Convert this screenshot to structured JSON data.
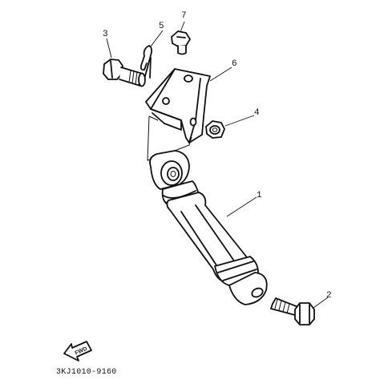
{
  "diagram": {
    "parts": [
      {
        "number": "1",
        "part": "rear shock absorber"
      },
      {
        "number": "2",
        "part": "lower mounting bolt"
      },
      {
        "number": "3",
        "part": "upper mounting bolt"
      },
      {
        "number": "4",
        "part": "nut"
      },
      {
        "number": "5",
        "part": "cotter pin"
      },
      {
        "number": "6",
        "part": "mounting bracket"
      },
      {
        "number": "7",
        "part": "bracket bolt"
      }
    ],
    "fwd_label": "FWD",
    "catalog_code": "3KJ1010-9160"
  }
}
